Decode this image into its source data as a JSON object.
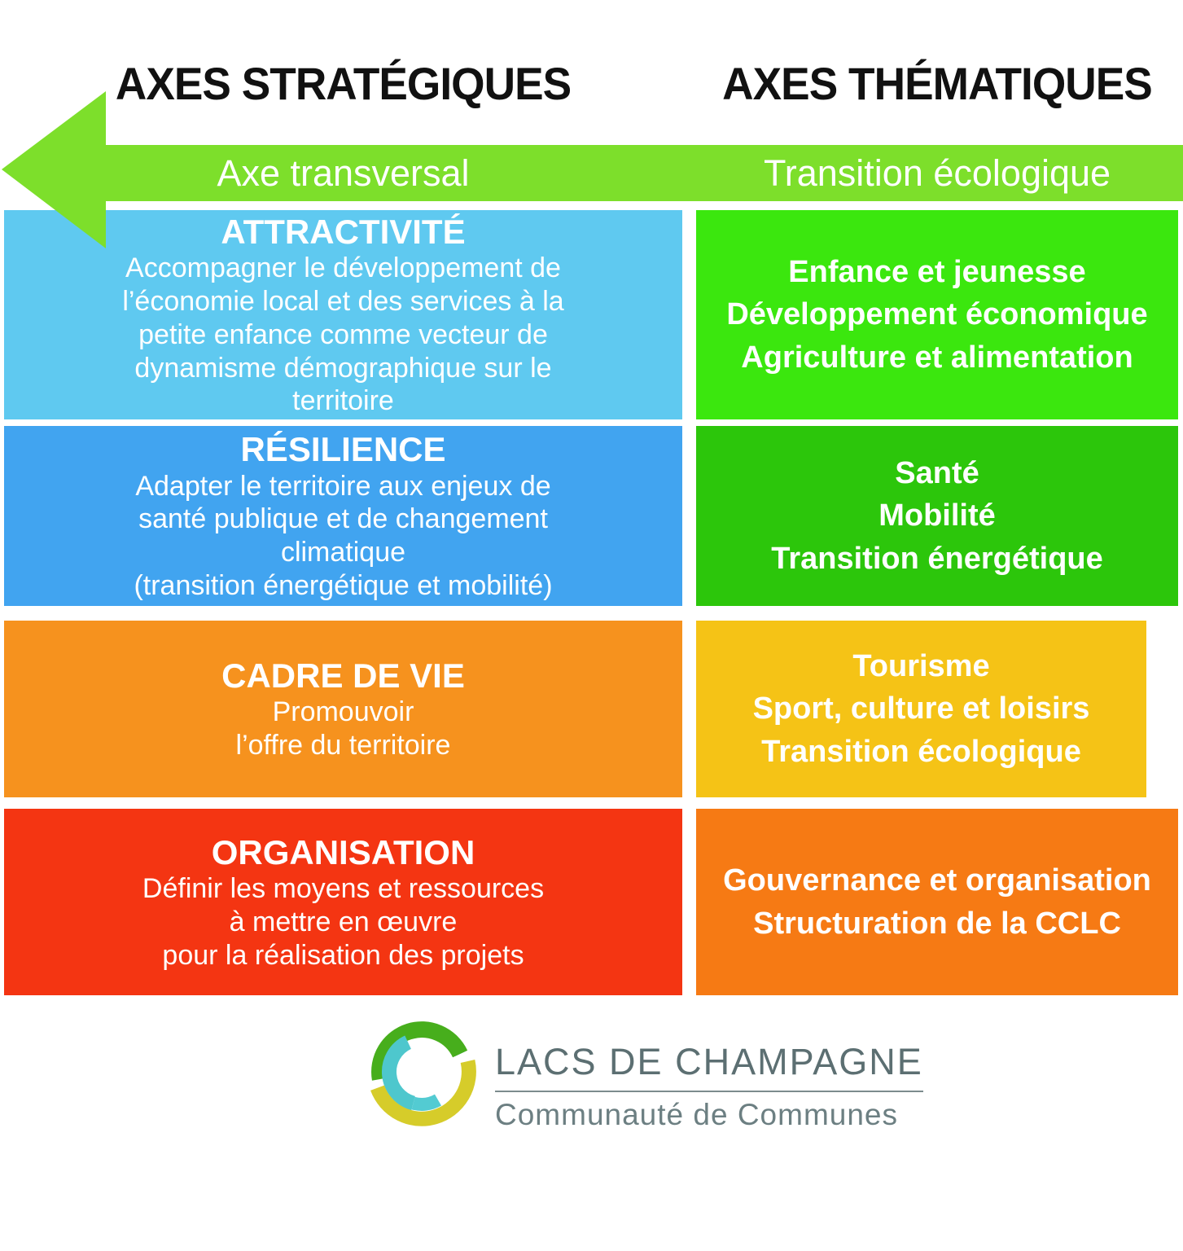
{
  "headers": {
    "left": "AXES STRATÉGIQUES",
    "right": "AXES THÉMATIQUES"
  },
  "arrow": {
    "color": "#7DDF2B",
    "text_color": "#ffffff",
    "left_label": "Axe transversal",
    "right_label": "Transition écologique"
  },
  "rows": [
    {
      "left": {
        "color": "#5FC9F0",
        "title": "ATTRACTIVITÉ",
        "lines": [
          "Accompagner le développement de",
          "l’économie local et des services à la",
          "petite enfance comme vecteur de",
          "dynamisme démographique sur le",
          "territoire"
        ]
      },
      "right": {
        "color": "#3BE70E",
        "lines": [
          "Enfance et jeunesse",
          "Développement économique",
          "Agriculture et alimentation"
        ]
      }
    },
    {
      "left": {
        "color": "#41A4F0",
        "title": "RÉSILIENCE",
        "lines": [
          "Adapter le territoire aux enjeux de",
          "santé publique et de changement",
          "climatique",
          "(transition énergétique et mobilité)"
        ]
      },
      "right": {
        "color": "#2CC60B",
        "lines": [
          "Santé",
          "Mobilité",
          "Transition énergétique"
        ]
      }
    },
    {
      "left": {
        "color": "#F6921E",
        "title": "CADRE DE VIE",
        "lines": [
          "Promouvoir",
          "l’offre du territoire"
        ]
      },
      "right": {
        "color": "#F5C316",
        "lines": [
          "Tourisme",
          "Sport, culture et loisirs",
          "Transition écologique"
        ]
      }
    },
    {
      "left": {
        "color": "#F43512",
        "title": "ORGANISATION",
        "lines": [
          "Définir les moyens et ressources",
          "à mettre en œuvre",
          "pour la réalisation des projets"
        ]
      },
      "right": {
        "color": "#F67A14",
        "lines": [
          "Gouvernance et organisation",
          "Structuration de la CCLC"
        ]
      }
    }
  ],
  "logo": {
    "title": "LACS DE CHAMPAGNE",
    "subtitle": "Communauté de Communes",
    "title_color": "#5C6F72",
    "subtitle_color": "#6C7F82",
    "divider_color": "#7C8C8E",
    "mark_colors": {
      "green": "#47AE1C",
      "teal": "#4EC7CD",
      "yellow": "#D6CC2A",
      "blue_accent": "#39AECC",
      "teal_accent": "#53CBD2"
    }
  }
}
